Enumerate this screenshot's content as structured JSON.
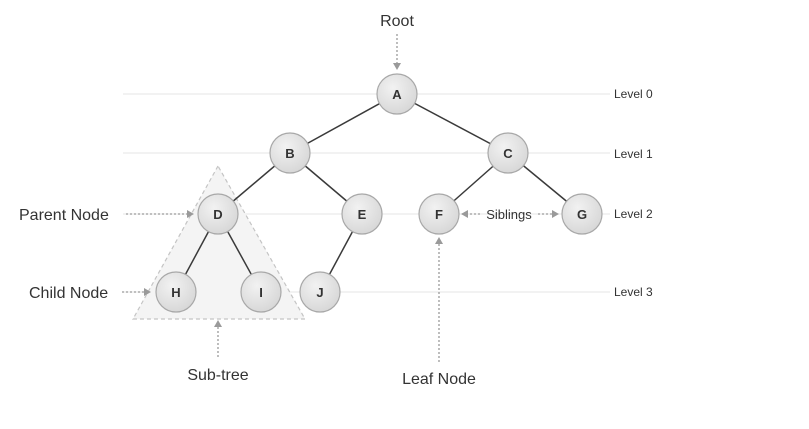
{
  "diagram": {
    "nodes": [
      {
        "id": "A",
        "label": "A"
      },
      {
        "id": "B",
        "label": "B"
      },
      {
        "id": "C",
        "label": "C"
      },
      {
        "id": "D",
        "label": "D"
      },
      {
        "id": "E",
        "label": "E"
      },
      {
        "id": "F",
        "label": "F"
      },
      {
        "id": "G",
        "label": "G"
      },
      {
        "id": "H",
        "label": "H"
      },
      {
        "id": "I",
        "label": "I"
      },
      {
        "id": "J",
        "label": "J"
      }
    ],
    "edges": [
      [
        "A",
        "B"
      ],
      [
        "A",
        "C"
      ],
      [
        "B",
        "D"
      ],
      [
        "B",
        "E"
      ],
      [
        "C",
        "F"
      ],
      [
        "C",
        "G"
      ],
      [
        "D",
        "H"
      ],
      [
        "D",
        "I"
      ],
      [
        "E",
        "J"
      ]
    ],
    "levels": [
      "Level 0",
      "Level 1",
      "Level 2",
      "Level 3"
    ],
    "annotations": {
      "root": "Root",
      "parent_node": "Parent Node",
      "child_node": "Child Node",
      "sub_tree": "Sub-tree",
      "leaf_node": "Leaf Node",
      "siblings": "Siblings"
    },
    "colors": {
      "node_fill": "#e3e3e3",
      "node_stroke": "#a8a8a8",
      "edge": "#3a3a3a",
      "level_line": "#e6e6e6",
      "arrow": "#9a9a9a",
      "subtree_fill": "#f4f4f4",
      "subtree_stroke": "#c4c4c4"
    }
  }
}
